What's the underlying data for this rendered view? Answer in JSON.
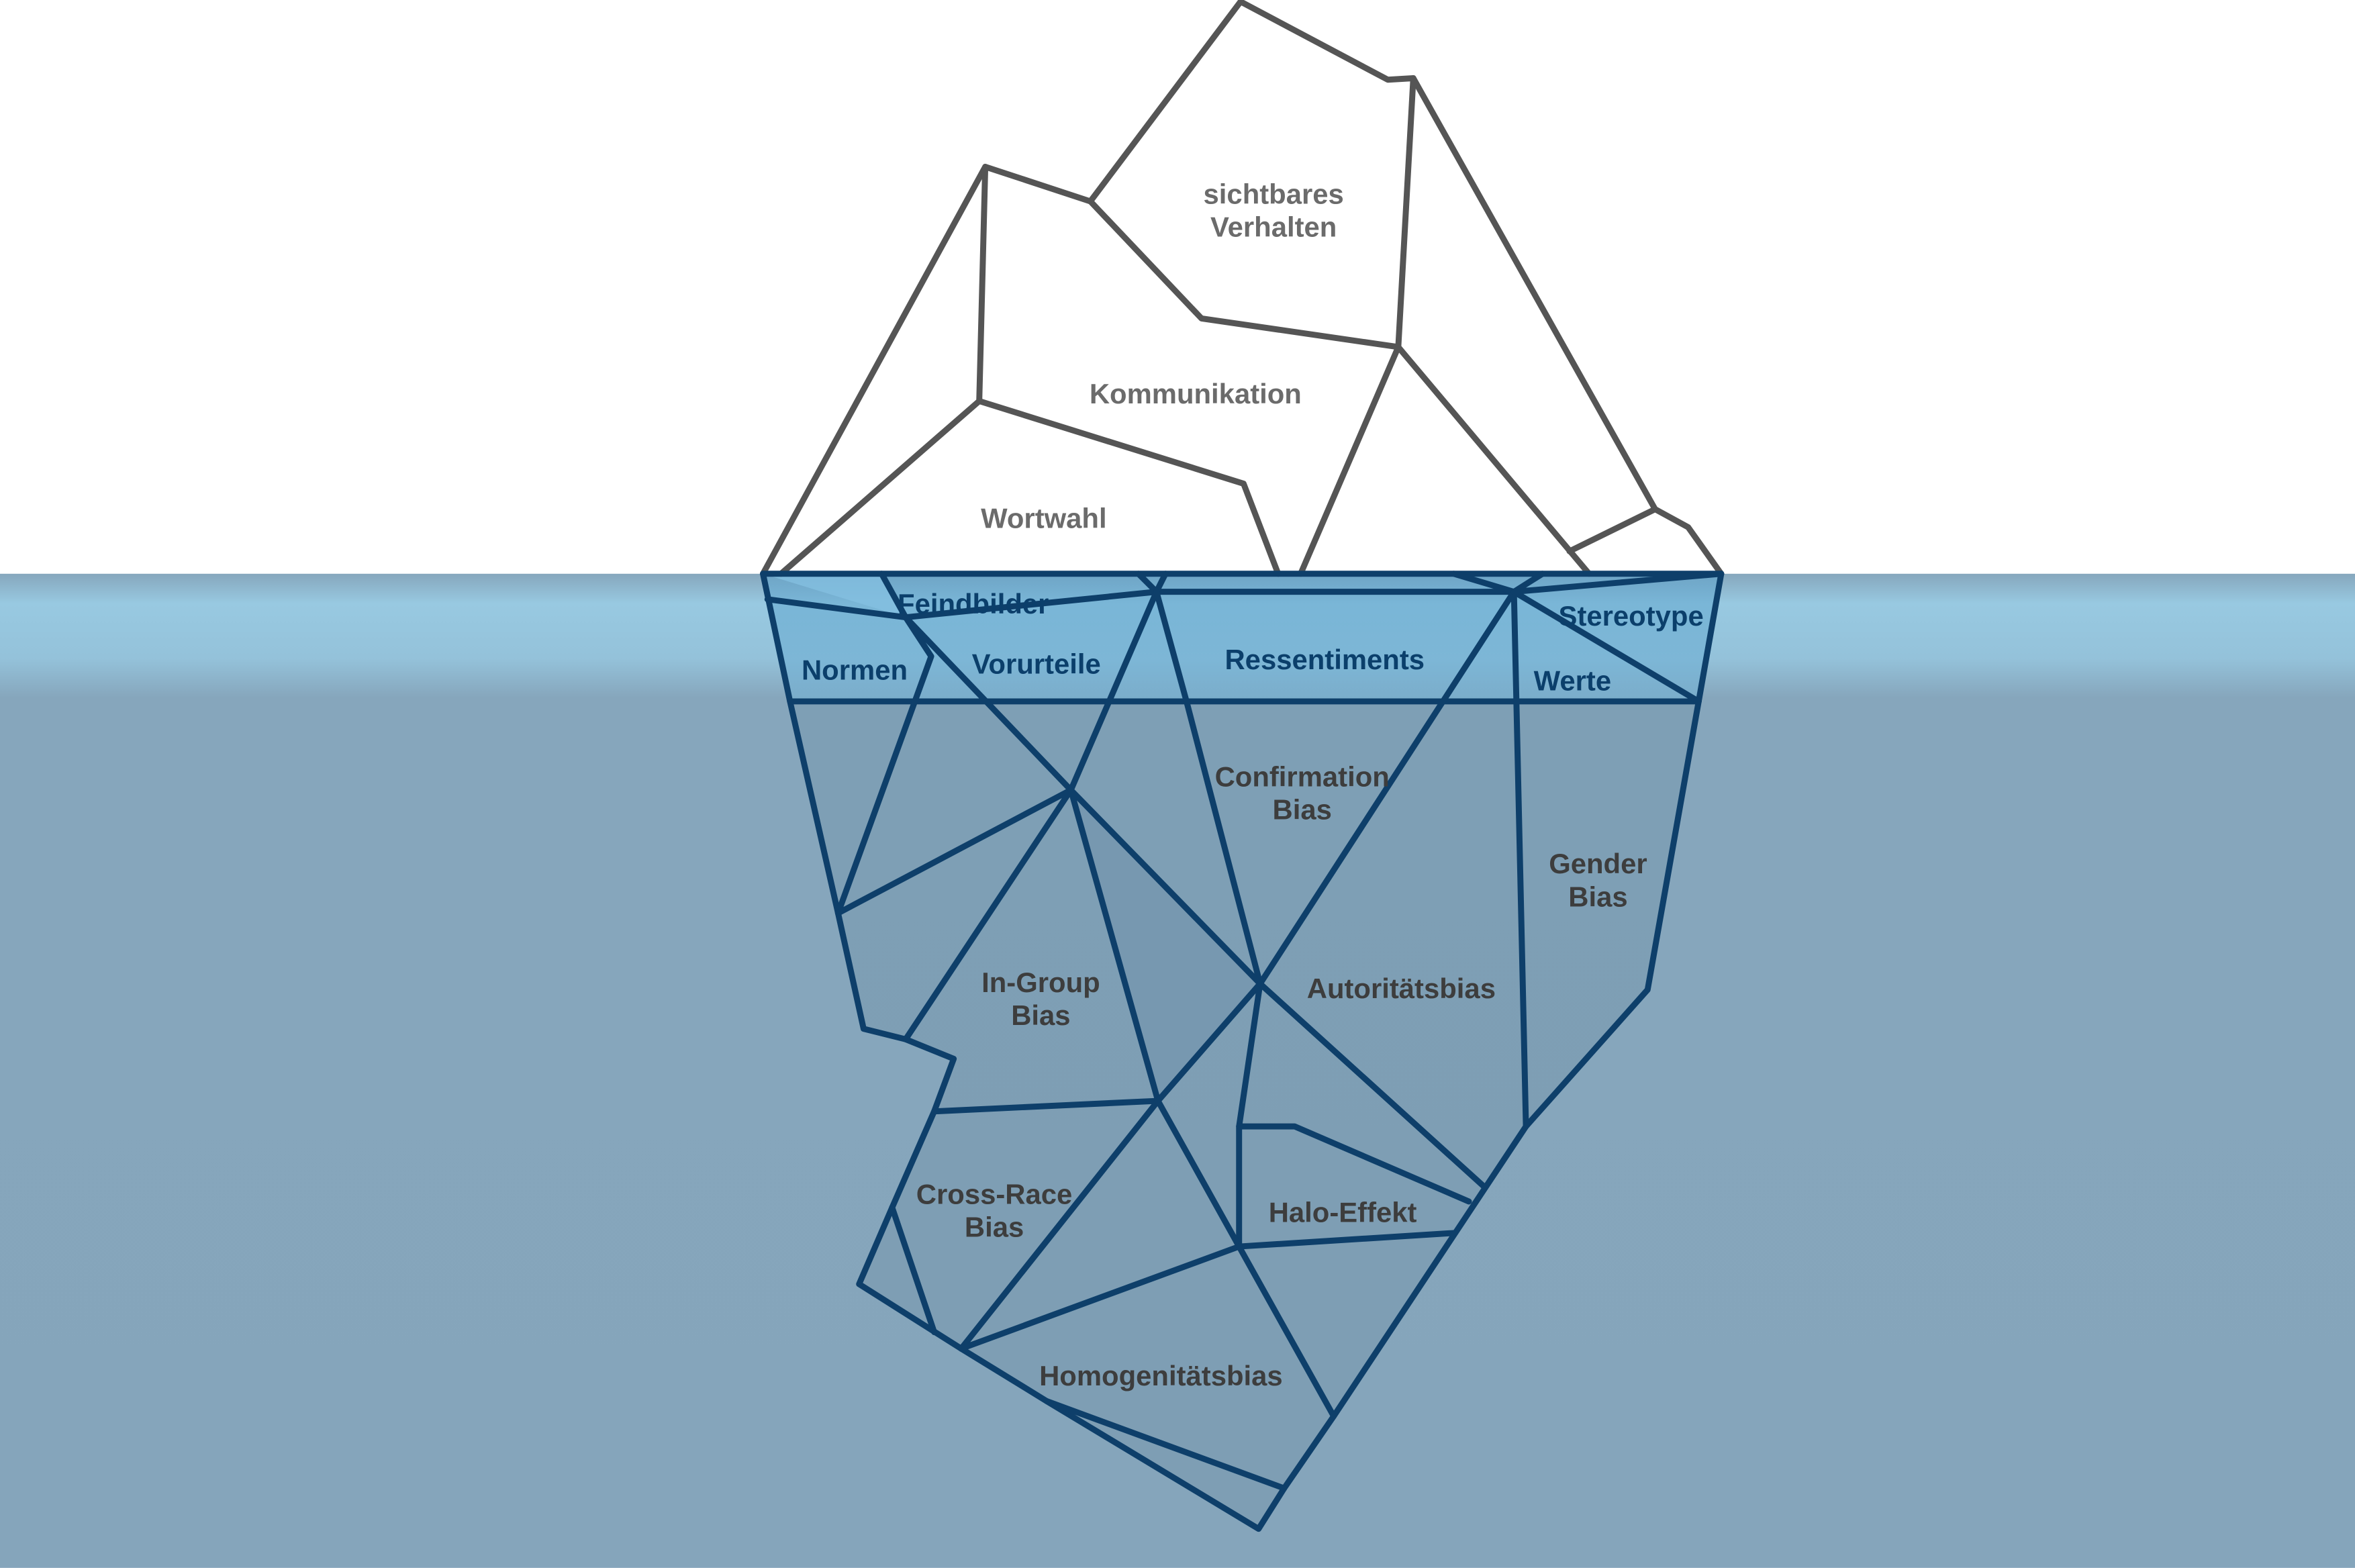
{
  "diagram": {
    "above_water": {
      "labels": [
        {
          "id": "sichtbares-verhalten",
          "lines": [
            "sichtbares",
            "Verhalten"
          ]
        },
        {
          "id": "kommunikation",
          "lines": [
            "Kommunikation"
          ]
        },
        {
          "id": "wortwahl",
          "lines": [
            "Wortwahl"
          ]
        }
      ]
    },
    "surface_band": {
      "labels": [
        {
          "id": "feindbilder",
          "lines": [
            "Feindbilder"
          ]
        },
        {
          "id": "stereotype",
          "lines": [
            "Stereotype"
          ]
        },
        {
          "id": "normen",
          "lines": [
            "Normen"
          ]
        },
        {
          "id": "vorurteile",
          "lines": [
            "Vorurteile"
          ]
        },
        {
          "id": "ressentiments",
          "lines": [
            "Ressentiments"
          ]
        },
        {
          "id": "werte",
          "lines": [
            "Werte"
          ]
        }
      ]
    },
    "deep": {
      "labels": [
        {
          "id": "confirmation-bias",
          "lines": [
            "Confirmation",
            "Bias"
          ]
        },
        {
          "id": "gender-bias",
          "lines": [
            "Gender",
            "Bias"
          ]
        },
        {
          "id": "in-group-bias",
          "lines": [
            "In-Group",
            "Bias"
          ]
        },
        {
          "id": "autoritaetsbias",
          "lines": [
            "Autoritätsbias"
          ]
        },
        {
          "id": "cross-race-bias",
          "lines": [
            "Cross-Race",
            "Bias"
          ]
        },
        {
          "id": "halo-effekt",
          "lines": [
            "Halo-Effekt"
          ]
        },
        {
          "id": "homogenitaetsbias",
          "lines": [
            "Homogenitätsbias"
          ]
        }
      ]
    },
    "colors": {
      "water_deep": "#85a5bb",
      "water_surface": "#96c8e0",
      "iceberg_band": "#6fb2d6",
      "iceberg_deep": "#7b9db3",
      "edge_above": "#555555",
      "edge_below": "#0e3f6a",
      "label_above": "#6b6b6b",
      "label_band": "#0b3f6b",
      "label_deep": "#3d3d3d"
    }
  }
}
